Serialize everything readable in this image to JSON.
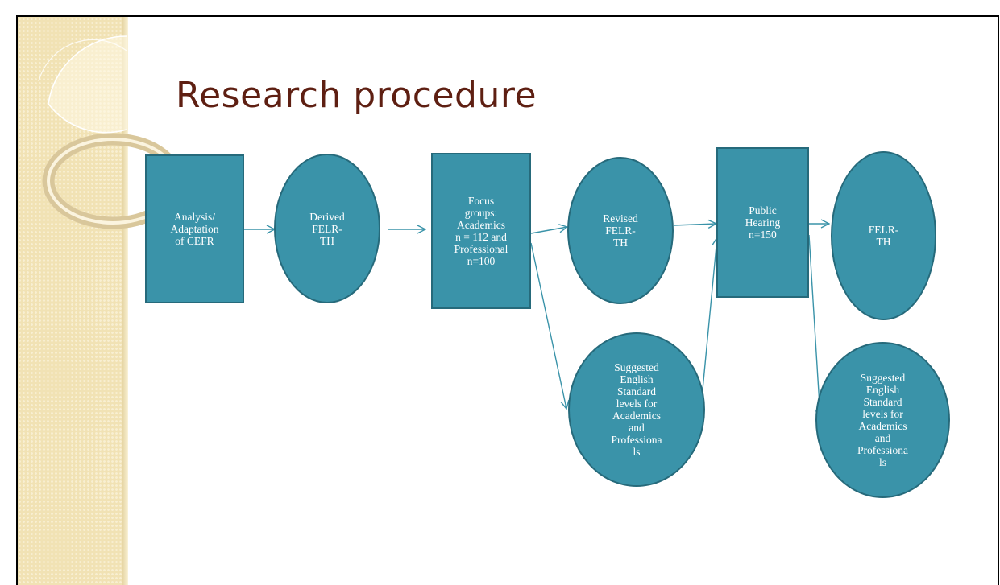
{
  "slide": {
    "title": "Research procedure"
  },
  "diagram": {
    "nodes": {
      "analysis": {
        "shape": "rectangle",
        "label": "Analysis/\nAdaptation\nof CEFR"
      },
      "derived": {
        "shape": "oval",
        "label": "Derived\nFELR-\nTH"
      },
      "focus": {
        "shape": "rectangle",
        "label": "Focus\ngroups:\nAcademics\nn = 112 and\nProfessional\nn=100"
      },
      "revised": {
        "shape": "oval",
        "label": "Revised\nFELR-\nTH"
      },
      "suggested_1": {
        "shape": "oval",
        "label": "Suggested\nEnglish\nStandard\nlevels for\nAcademics\nand\nProfessiona\nls"
      },
      "hearing": {
        "shape": "rectangle",
        "label": "Public\nHearing\nn=150"
      },
      "final": {
        "shape": "oval",
        "label": "FELR-\nTH"
      },
      "suggested_2": {
        "shape": "oval",
        "label": "Suggested\nEnglish\nStandard\nlevels for\nAcademics\nand\nProfessiona\nls"
      }
    },
    "edges": [
      {
        "from": "analysis",
        "to": "derived"
      },
      {
        "from": "derived",
        "to": "focus"
      },
      {
        "from": "focus",
        "to": "revised"
      },
      {
        "from": "focus",
        "to": "suggested_1"
      },
      {
        "from": "revised",
        "to": "hearing"
      },
      {
        "from": "suggested_1",
        "to": "hearing"
      },
      {
        "from": "hearing",
        "to": "final"
      },
      {
        "from": "hearing",
        "to": "suggested_2"
      }
    ]
  },
  "colors": {
    "node_fill": "#3a93a9",
    "node_border": "#266a7b",
    "arrow": "#3a93a9",
    "title": "#5e1f12",
    "side_strip": "#f1e2b4"
  }
}
